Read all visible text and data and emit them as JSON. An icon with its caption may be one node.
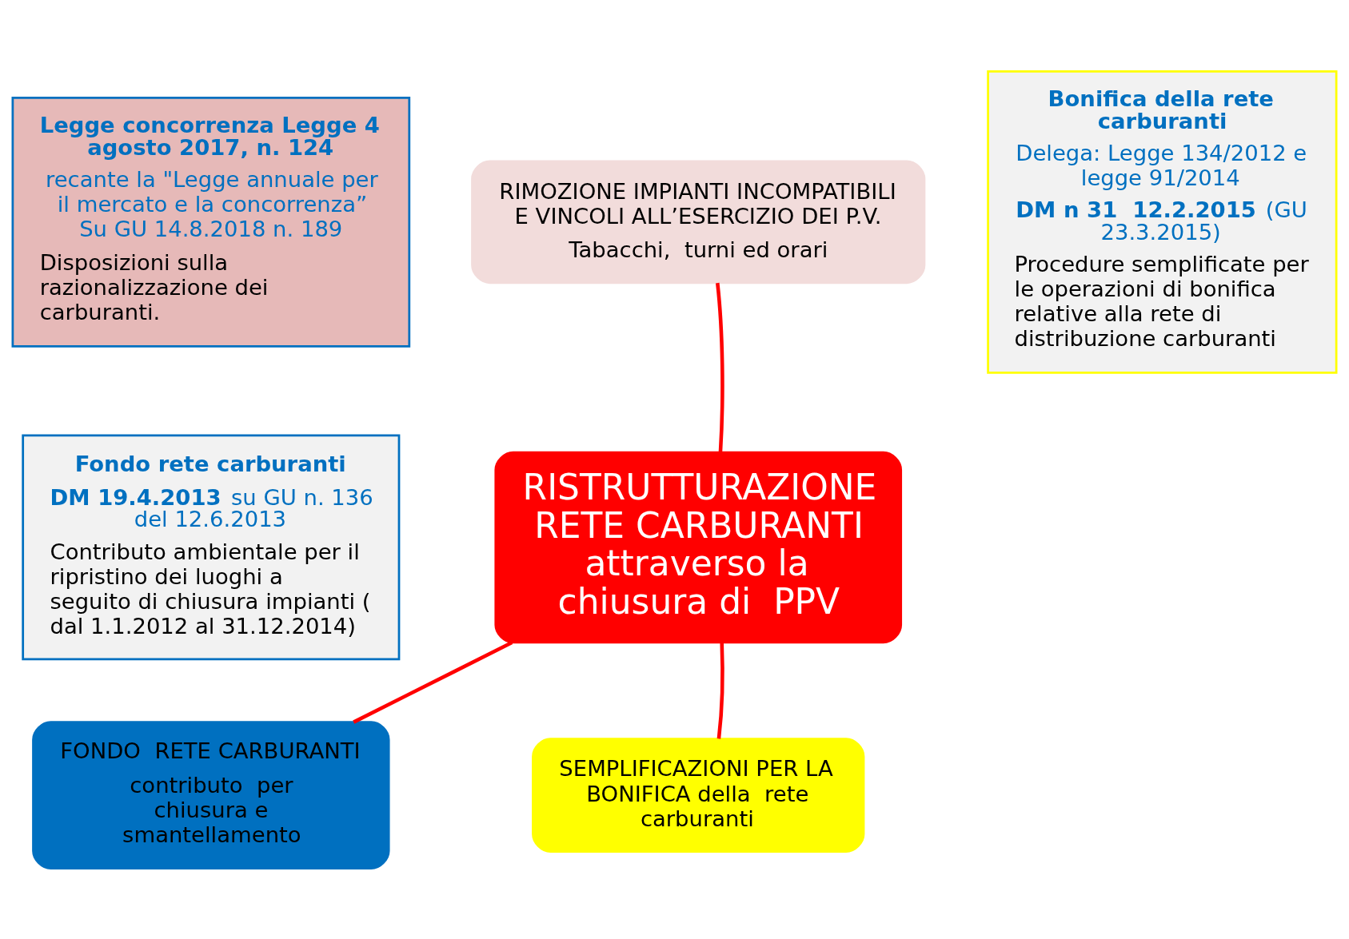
{
  "diagram": {
    "nodes": [
      {
        "text": [
          "Legge concorrenza Legge 4 agosto 2017, n. 124",
          "recante la \"Legge annuale per il mercato e la concorrenza” Su GU 14.8.2018 n. 189",
          "Disposizioni sulla razionalizzazione dei carburanti."
        ]
      },
      {
        "text": [
          "RIMOZIONE IMPIANTI INCOMPATIBILI  E VINCOLI ALL’ESERCIZIO DEI P.V.",
          "Tabacchi,  turni ed orari"
        ]
      },
      {
        "text": [
          "Bonifica della rete carburanti",
          "Delega: Legge 134/2012 e legge 91/2014",
          "**DM n 31  12.2.2015** (GU 23.3.2015)",
          "Procedure semplificate per le operazioni di bonifica relative alla rete di distribuzione carburanti"
        ]
      },
      {
        "text": [
          "Fondo rete carburanti",
          "**DM 19.4.2013** su GU n. 136 del 12.6.2013",
          "Contributo ambientale per il ripristino dei luoghi a seguito di chiusura impianti ( dal 1.1.2012 al 31.12.2014)"
        ]
      },
      {
        "text": [
          "RISTRUTTURAZIONE RETE CARBURANTI attraverso la chiusura di  PPV"
        ]
      },
      {
        "text": [
          "FONDO  RETE CARBURANTI",
          "contributo  per chiusura e smantellamento"
        ]
      },
      {
        "text": [
          "SEMPLIFICAZIONI PER LA BONIFICA della  rete carburanti"
        ]
      }
    ],
    "edges": [
      {
        "from": 4,
        "to": 1,
        "arrow": "none"
      },
      {
        "from": 4,
        "to": 5,
        "arrow": "none"
      },
      {
        "from": 4,
        "to": 6,
        "arrow": "none"
      }
    ]
  }
}
